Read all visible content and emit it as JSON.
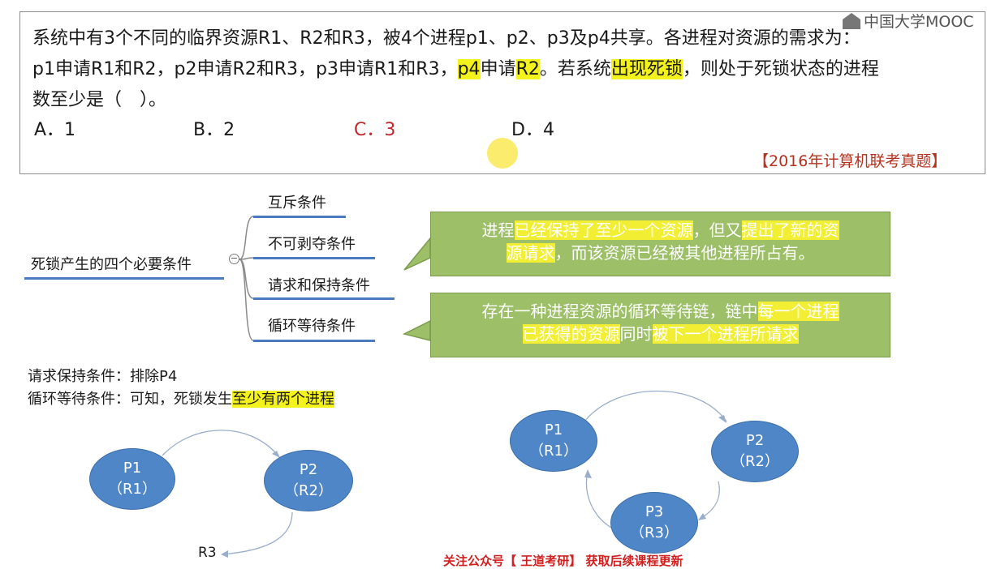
{
  "question": {
    "line1": "系统中有3个不同的临界资源R1、R2和R3，被4个进程p1、p2、p3及p4共享。各进程对资源的需求为：",
    "line2_a": "p1申请R1和R2，p2申请R2和R3，p3申请R1和R3，",
    "line2_p4": "p4",
    "line2_req": "申请",
    "line2_r2": "R2",
    "line2_b": "。若系统",
    "line2_hl": "出现死锁",
    "line2_c": "，则处于死锁状态的进程",
    "line3": "数至少是（　）。",
    "options": [
      {
        "label": "A．1",
        "correct": false
      },
      {
        "label": "B．2",
        "correct": false
      },
      {
        "label": "C．3",
        "correct": true
      },
      {
        "label": "D．4",
        "correct": false
      }
    ],
    "source": "【2016年计算机联考真题】"
  },
  "logo": {
    "text": "中国大学MOOC",
    "icon": "mooc-logo-icon"
  },
  "mindmap": {
    "root": "死锁产生的四个必要条件",
    "branches": [
      "互斥条件",
      "不可剥夺条件",
      "请求和保持条件",
      "循环等待条件"
    ]
  },
  "callouts": {
    "hold": {
      "a": "进程",
      "b": "已经保持了至少一个资源",
      "c": "，但又",
      "d": "提出了新的资",
      "e": "源请求",
      "f": "，而该资源已经被其他进程所占有。"
    },
    "wait": {
      "a": "存在一种进程资源的循环等待链，链中",
      "b": "每一个进程",
      "c": "已获得的资源",
      "d": "同时",
      "e": "被下一个进程所请求"
    }
  },
  "notes": {
    "line1": "请求保持条件：排除P4",
    "line2_a": "循环等待条件：可知，死锁发生",
    "line2_hl": "至少有两个进程"
  },
  "graph_left": {
    "nodes": [
      {
        "name": "P1",
        "res": "（R1）"
      },
      {
        "name": "P2",
        "res": "（R2）"
      }
    ],
    "dangling": "R3"
  },
  "graph_right": {
    "nodes": [
      {
        "name": "P1",
        "res": "（R1）"
      },
      {
        "name": "P2",
        "res": "（R2）"
      },
      {
        "name": "P3",
        "res": "（R3）"
      }
    ]
  },
  "footer": {
    "ad": "关注公众号【 王道考研】 获取后续课程更新"
  },
  "colors": {
    "highlight": "#f4f21c",
    "node": "#4e86c8",
    "callout": "#9cbf68",
    "answer": "#c0282e"
  }
}
